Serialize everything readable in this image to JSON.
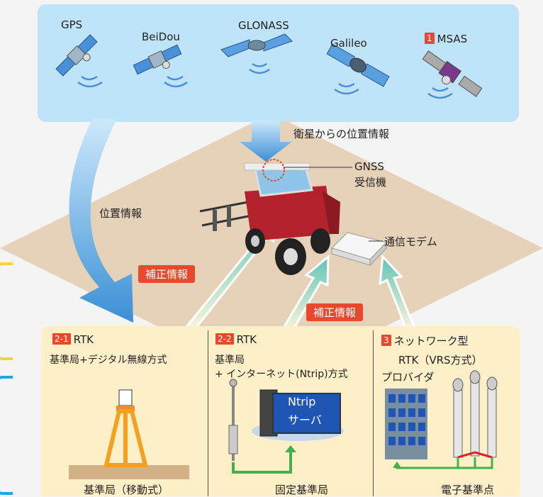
{
  "satellites": [
    {
      "name": "GPS"
    },
    {
      "name": "BeiDou"
    },
    {
      "name": "GLONASS"
    },
    {
      "name": "Galileo"
    },
    {
      "name": "MSAS",
      "tag": "1"
    }
  ],
  "labels": {
    "sat_info": "衛星からの位置情報",
    "gnss_line1": "GNSS",
    "gnss_line2": "受信機",
    "position_info": "位置情報",
    "modem": "通信モデム",
    "correction": "補正情報"
  },
  "methods": [
    {
      "tag": "2-1",
      "title": "RTK",
      "line1": "基準局+デジタル無線方式",
      "bottom": "基準局（移動式）"
    },
    {
      "tag": "2-2",
      "title": "RTK",
      "line1": "基準局",
      "line2": "+ インターネット(Ntrip)方式",
      "server1": "Ntrip",
      "server2": "サーバ",
      "bottom": "固定基準局"
    },
    {
      "tag": "3",
      "title": "ネットワーク型",
      "line1": "RTK（VRS方式）",
      "line2": "プロバイダ",
      "bottom": "電子基準点"
    }
  ],
  "colors": {
    "panel": "#bfe4f7",
    "tag": "#e8492c",
    "ground": "#e6d2b8",
    "bottom": "#fdf0c8",
    "arrow_blue": "#3b8fd6",
    "arrow_teal": "#5fc4b4",
    "tractor": "#b3222c",
    "bracket_yellow": "#f7d23c",
    "bracket_blue": "#1ea6e0"
  }
}
